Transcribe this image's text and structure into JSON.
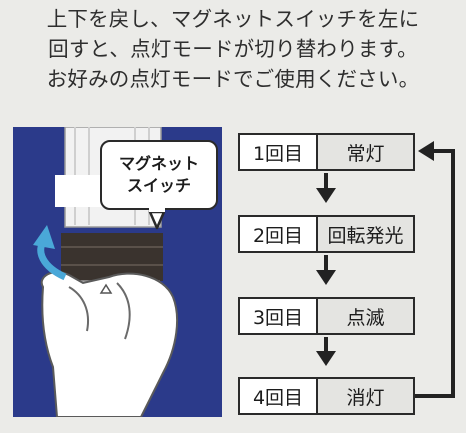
{
  "instructions": {
    "lines": [
      "上下を戻し、マグネットスイッチを左に",
      "回すと、点灯モードが切り替わります。",
      "お好みの点灯モードでご使用ください。"
    ]
  },
  "illustration": {
    "callout_lines": [
      "マグネット",
      "スイッチ"
    ],
    "panel_color": "#2b3a8a"
  },
  "steps": [
    {
      "count": "1回目",
      "mode": "常灯"
    },
    {
      "count": "2回目",
      "mode": "回転発光"
    },
    {
      "count": "3回目",
      "mode": "点滅"
    },
    {
      "count": "4回目",
      "mode": "消灯"
    }
  ],
  "icons": {
    "down_arrow": "arrow-down-icon",
    "loop_arrow": "loop-back-arrow-icon",
    "rotate_arrow": "rotate-left-arrow-icon"
  }
}
